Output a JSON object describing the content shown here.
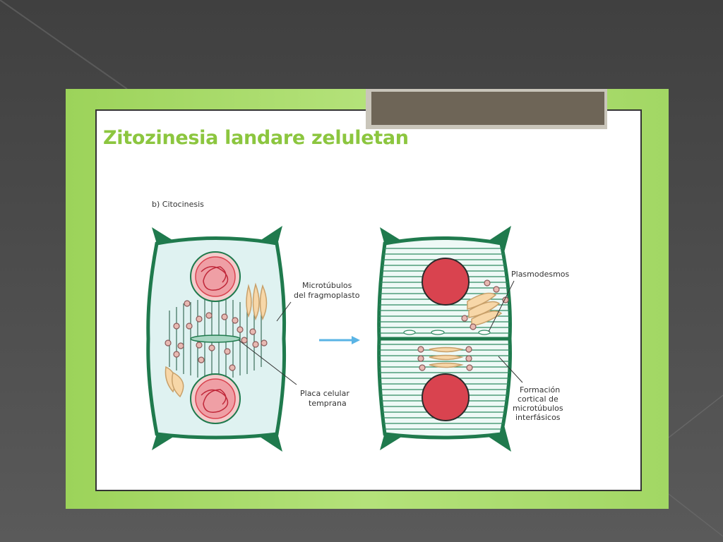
{
  "slide": {
    "title": "Zitozinesia landare zeluletan"
  },
  "diagram": {
    "subtitle": "b) Citocinesis",
    "labels": {
      "microtubulos": [
        "Microtúbulos",
        "del fragmoplasto"
      ],
      "placa": [
        "Placa celular",
        "temprana"
      ],
      "plasmodesmos": "Plasmodesmos",
      "formacion": [
        "Formación",
        "cortical de",
        "microtúbulos",
        "interfásicos"
      ]
    }
  },
  "colors": {
    "background": "#454545",
    "frame": "#a8dc6c",
    "title": "#8cc63f",
    "cell_wall": "#1f7a4d",
    "cytoplasm": "#dff2f1",
    "nucleus": "#d9434f",
    "arrow": "#5ab4e5"
  }
}
